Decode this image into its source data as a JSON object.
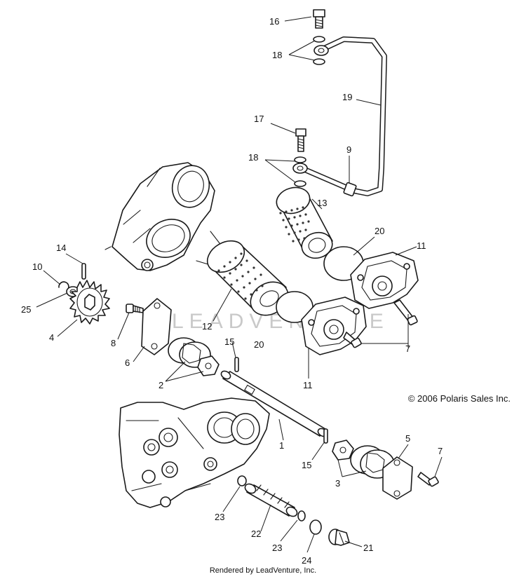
{
  "watermark": "LEADVENTURE",
  "copyright": "© 2006 Polaris Sales Inc.",
  "footer": "Rendered by LeadVenture, Inc.",
  "callouts": [
    {
      "id": "c16",
      "text": "16"
    },
    {
      "id": "c18a",
      "text": "18"
    },
    {
      "id": "c19",
      "text": "19"
    },
    {
      "id": "c17",
      "text": "17"
    },
    {
      "id": "c9",
      "text": "9"
    },
    {
      "id": "c18b",
      "text": "18"
    },
    {
      "id": "c13",
      "text": "13"
    },
    {
      "id": "c20a",
      "text": "20"
    },
    {
      "id": "c11a",
      "text": "11"
    },
    {
      "id": "c14",
      "text": "14"
    },
    {
      "id": "c10",
      "text": "10"
    },
    {
      "id": "c25",
      "text": "25"
    },
    {
      "id": "c12",
      "text": "12"
    },
    {
      "id": "c4",
      "text": "4"
    },
    {
      "id": "c8",
      "text": "8"
    },
    {
      "id": "c20b",
      "text": "20"
    },
    {
      "id": "c7a",
      "text": "7"
    },
    {
      "id": "c6",
      "text": "6"
    },
    {
      "id": "c15a",
      "text": "15"
    },
    {
      "id": "c11b",
      "text": "11"
    },
    {
      "id": "c2",
      "text": "2"
    },
    {
      "id": "c1",
      "text": "1"
    },
    {
      "id": "c15b",
      "text": "15"
    },
    {
      "id": "c5",
      "text": "5"
    },
    {
      "id": "c7b",
      "text": "7"
    },
    {
      "id": "c3",
      "text": "3"
    },
    {
      "id": "c23a",
      "text": "23"
    },
    {
      "id": "c22",
      "text": "22"
    },
    {
      "id": "c23b",
      "text": "23"
    },
    {
      "id": "c21",
      "text": "21"
    },
    {
      "id": "c24",
      "text": "24"
    }
  ]
}
